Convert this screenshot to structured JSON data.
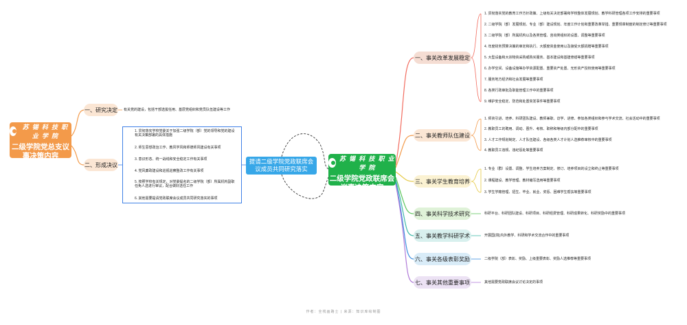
{
  "colors": {
    "orange": "#f39a4a",
    "green": "#20b14a",
    "blue": "#37a7e8",
    "link_blue": "#3d7fe6",
    "cat_red": "#f5ddd3",
    "cat_orange": "#fbe6d4",
    "cat_yellow": "#fbf2d2",
    "cat_green": "#dff2d8",
    "cat_teal": "#d8f0ee",
    "cat_blue": "#d9ecf8",
    "cat_purple": "#ece2f4"
  },
  "left_root": {
    "school_name": "苏 锡 科 技 职 业 学 院",
    "title": "二级学院党总支议事决策内容"
  },
  "right_root": {
    "school_name": "苏 锡 科 技 职 业 学 院",
    "title": "二级学院党政联席会议事决策内容"
  },
  "middle": {
    "label": "提请二级学院党政联席会议成员共同研究落实"
  },
  "left_categories": [
    {
      "label": "一、研究决定",
      "items": [
        "有关党的建设，包括干部选拔任用、基层党组织和党员队伍建设等工作"
      ]
    },
    {
      "label": "二、形成决议",
      "items": [
        "1. 贯彻落实学校党委关于加强二级学院（部）党的领导和党的建设有关决策部署的具体措施",
        "2. 师生思想政治工作、教风学风和师德师风建设有关事项",
        "3. 意识形态、统一战线和安全稳定工作有关事项",
        "4. 党风廉政建设和巡视巡察整改工作有关事项",
        "5. 按照学校有关规定，对党委提名的二级学院（部）所属机构副职任免人选进行审议，配合做好选任工作",
        "6. 其他需要提请党政联席会议成员共同研究落实的事项"
      ]
    }
  ],
  "right_categories": [
    {
      "label": "一、事关改革发展稳定",
      "items": [
        "1. 贯彻落实党的教育工作方针政策、上级有关决定部署和学校整体发展规划、教学科研管理各项工作安排的重要事项",
        "2. 二级学院（部）发展规划、专业（部）建设规划、年度工作计划和重要改革举措、重要规章制度的制定修订等重要事项",
        "3. 二级学院（部）所属机构以及各类管理、咨询类组织的设置、调整等重要事项",
        "4. 年度财务预算决策的审定和执行、大额度资金使用以及接受大额捐赠等重要事项",
        "5. 大型设备和大宗物资采购或购买服务、基本建设和基建修缮等重要事项",
        "6. 办学空间、设备设施等办学资源配置、重要资产处置、无形资产授权使用等重要事项",
        "7. 服务地方经济和社会发展等重要事项",
        "8. 各类行政审批及职能管理工作中的重要事项",
        "9. 维护安全稳定、防范和处置突发事件等重要事项"
      ]
    },
    {
      "label": "二、事关教师队伍建设",
      "items": [
        "1. 师资引进、培养、科研团队建设、教师兼职、访学、进修、参加各类组织和参与学术交流、社会活动中的重要事项",
        "2. 教职员工的聘用、调动、晋升、考核、职称和等级内部分配中的重要事项",
        "3. 人才工作规划制定、人才队伍建设、各级各类人才计划人选推荐审核中的重要事项",
        "4. 教职员工违规、违纪惩处等重要事项"
      ]
    },
    {
      "label": "三、事关学生教育培养",
      "items": [
        "1. 专业（群）设置、调整、学生培养方案制定、修订、培养项目的设立和终止等重要事项",
        "2. 课程建设、教学管理、教材编写选用等重要事项",
        "3. 学生学籍管理、招生、毕业、就业、奖惩、困难学生帮扶等重要事项"
      ]
    },
    {
      "label": "四、事关科学技术研究",
      "items": [
        "科研平台、科研团队建设、科研项目、科研经费管理、科研成果转化、科研奖励中的重要事项"
      ]
    },
    {
      "label": "五、事关教学科研学术",
      "items": [
        "开展国(境)内外教学、科研和学术交流合作中的重要事项"
      ]
    },
    {
      "label": "六、事关各级表彰奖励",
      "items": [
        "二级学院（部）表彰、奖励、上级重要表彰、奖励人选推荐等重要事项"
      ]
    },
    {
      "label": "七、事关其他重要事项",
      "items": [
        "其他需要党政联席会议讨论决定的事项"
      ]
    }
  ],
  "footer": "作者：全栈画路士  |  来源：知识库绘制图"
}
